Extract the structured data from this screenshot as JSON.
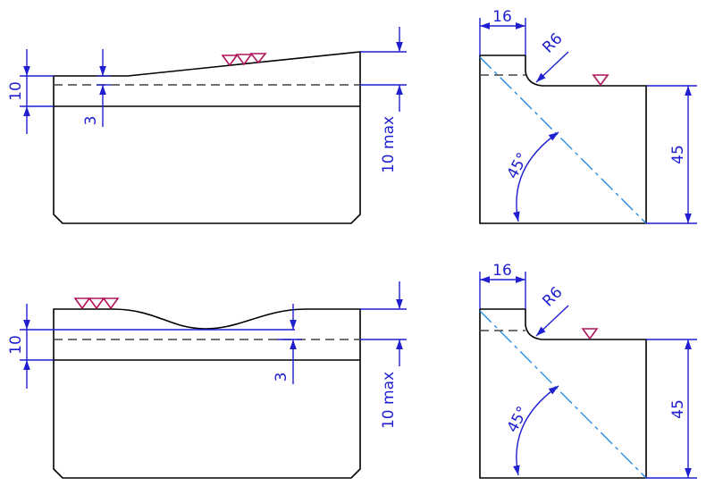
{
  "colors": {
    "outline": "#000000",
    "hidden_line": "#444444",
    "center_line": "#1e88e5",
    "dimension": "#1f1fd1",
    "surface_symbol": "#b0145c"
  },
  "views": {
    "top_left": {
      "surface_symbol": "triple-triangle-finish-symbol",
      "dims": {
        "height": "10",
        "depth": "3",
        "max": "10 max"
      }
    },
    "top_right": {
      "surface_symbol": "single-triangle-finish-symbol",
      "dims": {
        "width": "16",
        "radius": "R6",
        "height": "45",
        "angle": "45°"
      }
    },
    "bottom_left": {
      "surface_symbol": "triple-triangle-finish-symbol",
      "dims": {
        "height": "10",
        "depth": "3",
        "max": "10 max"
      }
    },
    "bottom_right": {
      "surface_symbol": "single-triangle-finish-symbol",
      "dims": {
        "width": "16",
        "radius": "R6",
        "height": "45",
        "angle": "45°"
      }
    }
  }
}
